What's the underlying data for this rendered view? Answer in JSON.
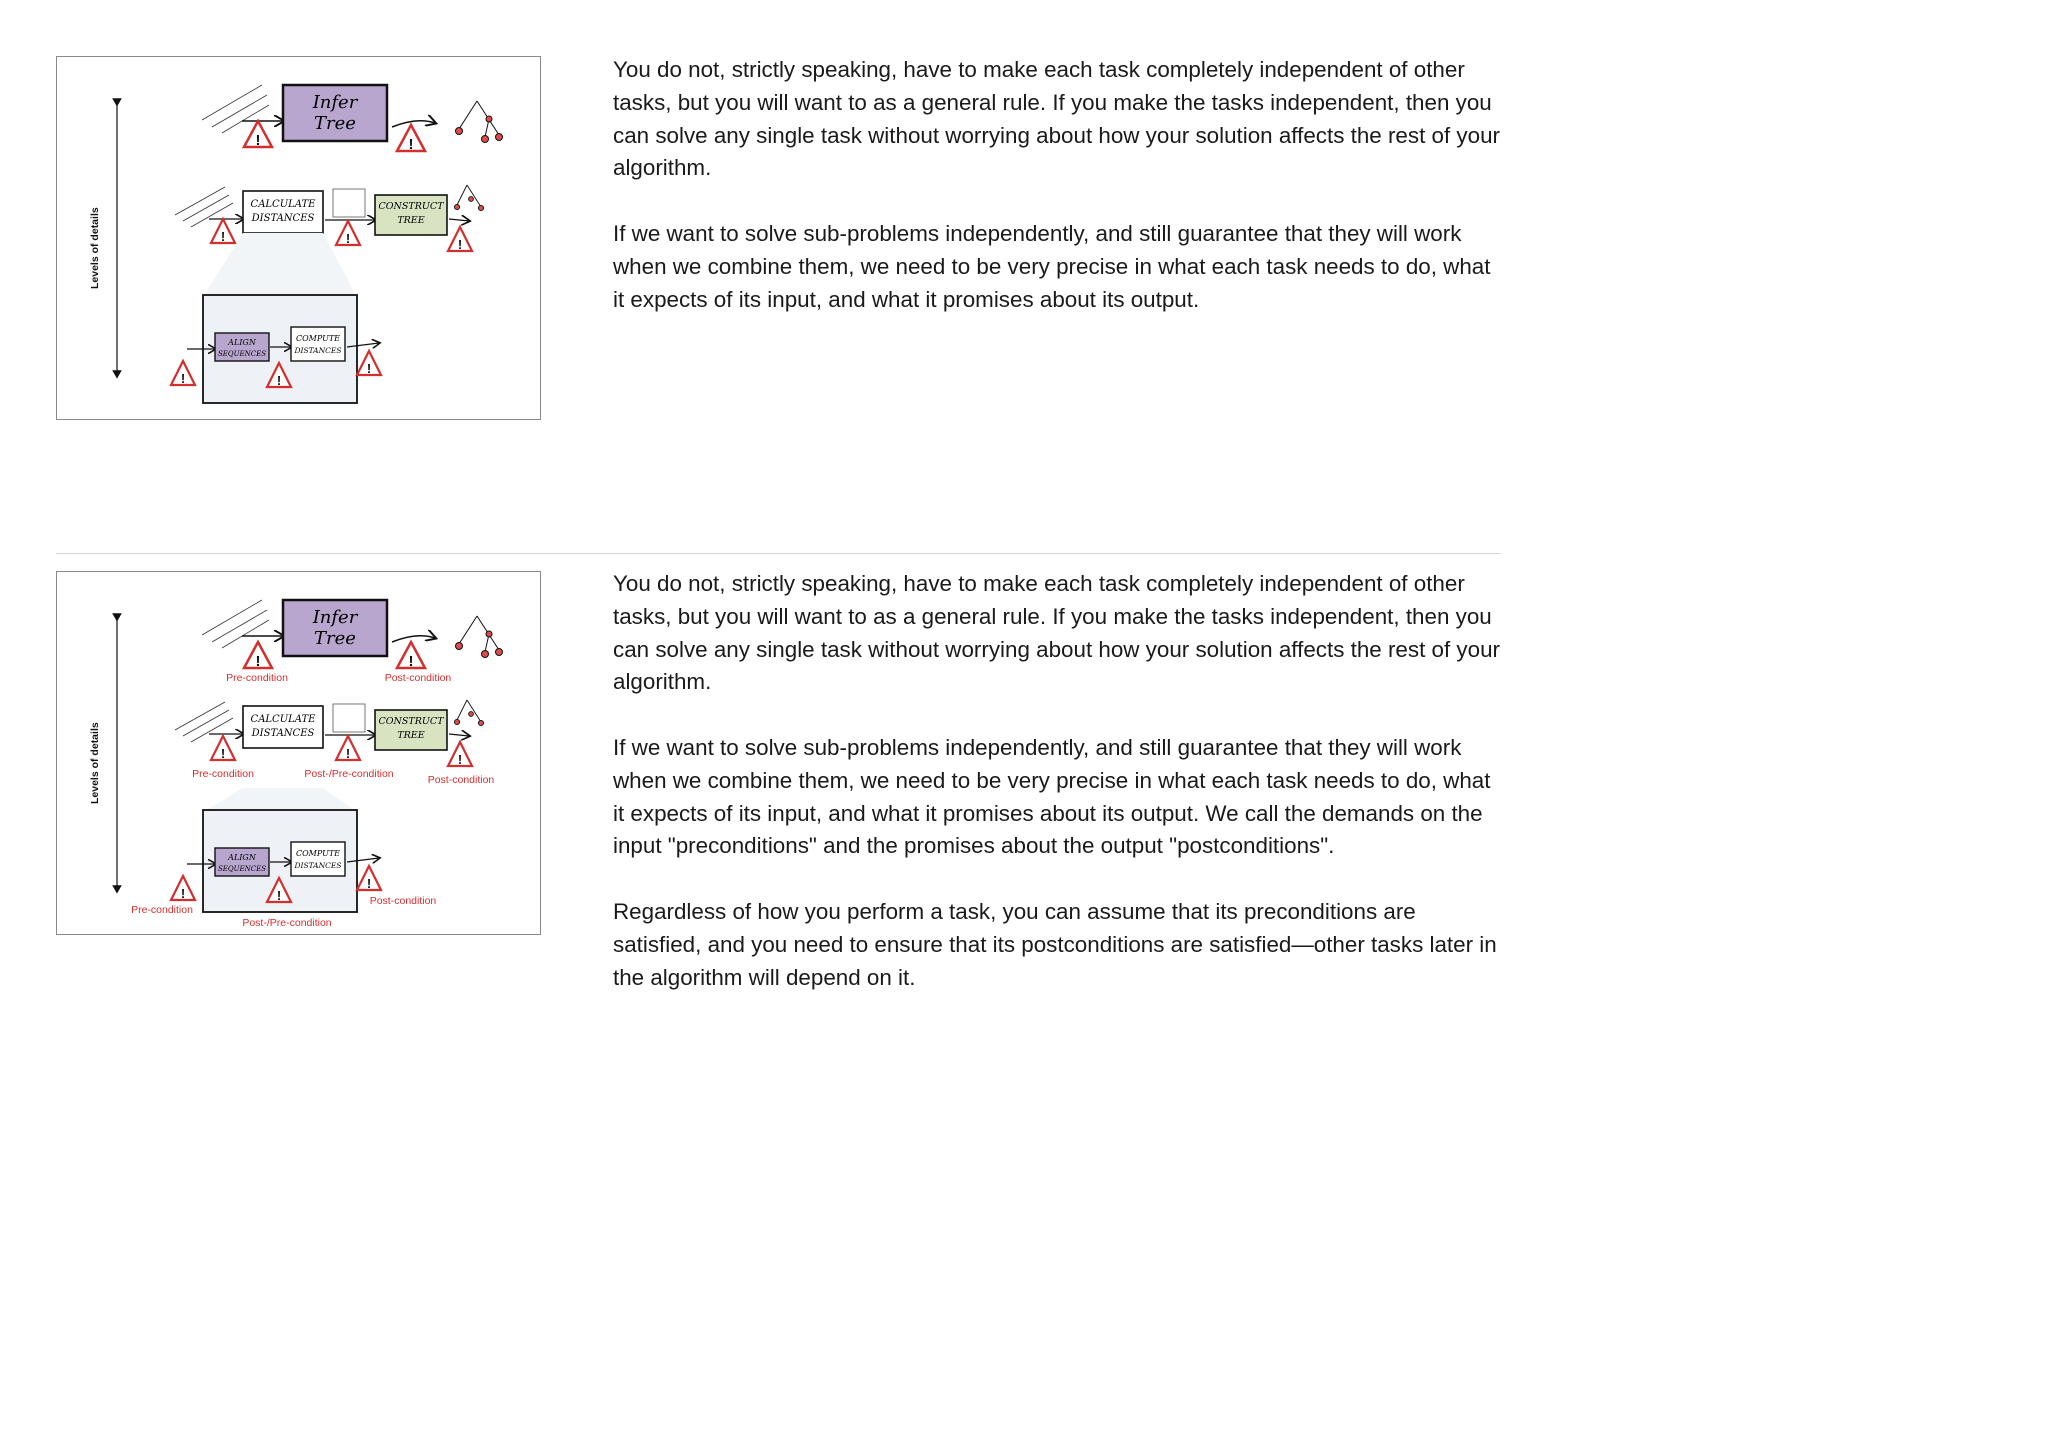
{
  "sections": [
    {
      "figure": {
        "axis_label": "Levels of details",
        "top_box_text": [
          "Infer",
          "Tree"
        ],
        "mid_box1_text": [
          "CALCULATE",
          "DISTANCES"
        ],
        "mid_box2_text": [
          "CONSTRUCT",
          "TREE"
        ],
        "low_box1_text": [
          "ALIGN",
          "SEQUENCES"
        ],
        "low_box2_text": [
          "COMPUTE",
          "DISTANCES"
        ],
        "labels": {}
      },
      "paragraphs": [
        "You do not, strictly speaking, have to make each task completely independent of other tasks, but you will want to as a general rule. If you make the tasks independent, then you can solve any single task without worrying about how your solution affects the rest of your algorithm.",
        "If we want to solve sub-problems independently, and still guarantee that they will work when we combine them, we need to be very precise in what each task needs to do, what it expects of its input, and what it promises about its output."
      ]
    },
    {
      "figure": {
        "axis_label": "Levels of details",
        "top_box_text": [
          "Infer",
          "Tree"
        ],
        "mid_box1_text": [
          "CALCULATE",
          "DISTANCES"
        ],
        "mid_box2_text": [
          "CONSTRUCT",
          "TREE"
        ],
        "low_box1_text": [
          "ALIGN",
          "SEQUENCES"
        ],
        "low_box2_text": [
          "COMPUTE",
          "DISTANCES"
        ],
        "labels": {
          "top_pre": "Pre-condition",
          "top_post": "Post-condition",
          "mid_pre": "Pre-condition",
          "mid_postpre": "Post-/Pre-condition",
          "mid_post": "Post-condition",
          "low_pre": "Pre-condition",
          "low_postpre": "Post-/Pre-condition",
          "low_post": "Post-condition"
        }
      },
      "paragraphs": [
        "You do not, strictly speaking, have to make each task completely independent of other tasks, but you will want to as a general rule. If you make the tasks independent, then you can solve any single task without worrying about how your solution affects the rest of your algorithm.",
        "If we want to solve sub-problems independently, and still guarantee that they will work when we combine them, we need to be very precise in what each task needs to do, what it expects of its input, and what it promises about its output. We call the demands on the input \"preconditions\" and the promises about the output \"postconditions\".",
        "Regardless of how you perform a task, you can assume that its preconditions are satisfied, and you need to ensure that its postconditions are satisfied—other tasks later in the algorithm will depend on it."
      ]
    }
  ]
}
